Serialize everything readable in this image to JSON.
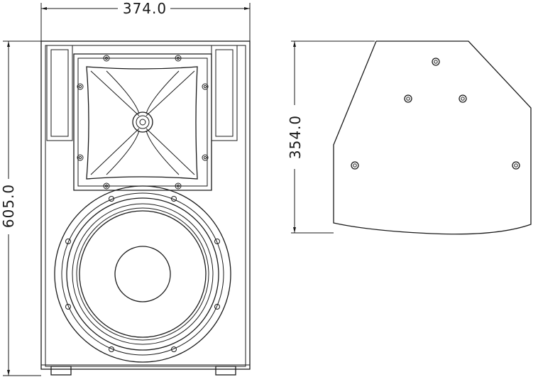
{
  "drawing": {
    "front_view": {
      "width_dimension": "374.0",
      "height_dimension": "605.0"
    },
    "side_view": {
      "height_dimension": "354.0"
    }
  }
}
